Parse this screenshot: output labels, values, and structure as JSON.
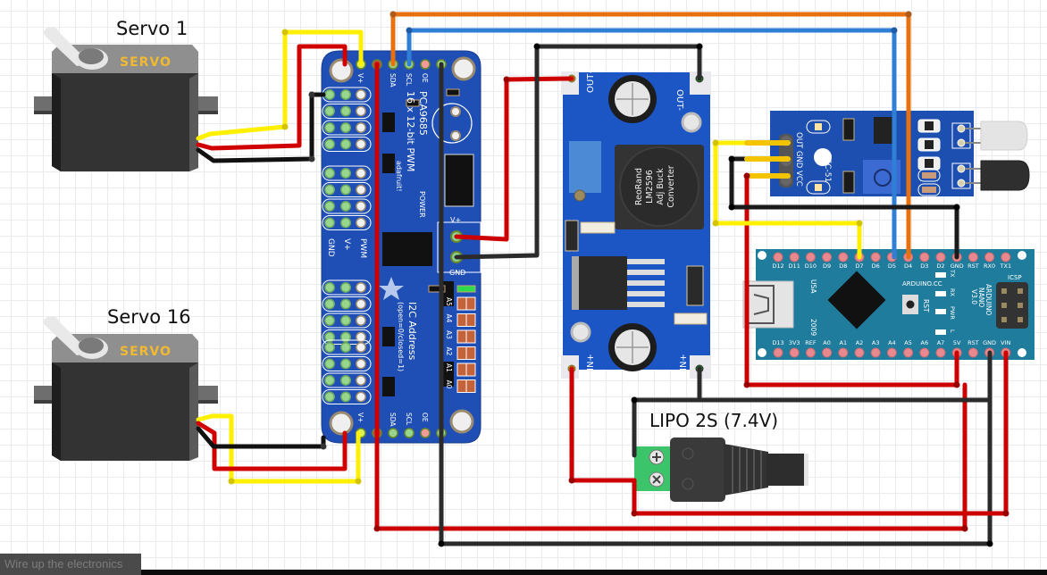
{
  "title": "Wire up the electronics",
  "components": {
    "servo1": {
      "label": "Servo 1",
      "brand": "SERVO"
    },
    "servo16": {
      "label": "Servo 16",
      "brand": "SERVO"
    },
    "pwm_board": {
      "title_line1": "PCA9685",
      "title_line2": "16 x 12-bit PWM",
      "vendor": "adafruit!",
      "power_label": "POWER",
      "i2c_line1": "I2C Address",
      "i2c_line2": "(open=0/closed=1)",
      "top_pins": [
        "V+",
        "SDA",
        "SCL",
        "OE"
      ],
      "bottom_pins": [
        "V+",
        "SDA",
        "SCL",
        "OE"
      ],
      "header_labels": [
        "GND",
        "V+",
        "PWM"
      ],
      "terminal_labels": [
        "V+",
        "GND"
      ],
      "address_pads": [
        "A5",
        "A4",
        "A3",
        "A2",
        "A1",
        "A0"
      ]
    },
    "buck": {
      "label_line1": "ReoRand",
      "label_line2": "LM2596",
      "label_line3": "Adj Buck",
      "label_line4": "Converter",
      "out_plus": "OUT+",
      "out_minus": "OUT-",
      "in_plus": "IN+",
      "in_minus": "IN+"
    },
    "ir_sensor": {
      "model": "FC-51",
      "pins": [
        "OUT",
        "GND",
        "VCC"
      ]
    },
    "nano": {
      "top_pins": [
        "D12",
        "D11",
        "D10",
        "D9",
        "D8",
        "D7",
        "D6",
        "D5",
        "D4",
        "D3",
        "D2",
        "GND",
        "RST",
        "RX0",
        "TX1"
      ],
      "bottom_pins": [
        "D13",
        "3V3",
        "REF",
        "A0",
        "A1",
        "A2",
        "A3",
        "A4",
        "A5",
        "A6",
        "A7",
        "5V",
        "RST",
        "GND",
        "VIN"
      ],
      "brand": "ARDUINO.CC",
      "model_lines": [
        "ARDUINO",
        "NANO",
        "V3.0"
      ],
      "usa": "USA",
      "year": "2009",
      "rst": "RST",
      "icsp": "ICSP",
      "leds": [
        "TX",
        "RX",
        "PWR",
        "L"
      ]
    },
    "battery": {
      "label": "LIPO 2S (7.4V)"
    }
  },
  "wire_colors": {
    "signal": "#ffef00",
    "power": "#cc0000",
    "ground": "#1a1a1a",
    "sda": "#e8700f",
    "scl": "#2f7fd6"
  }
}
